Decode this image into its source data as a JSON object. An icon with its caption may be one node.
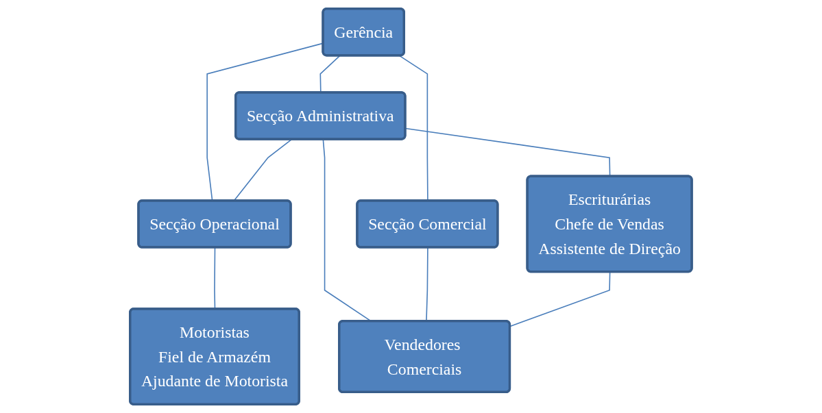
{
  "diagram": {
    "nodes": [
      {
        "text": [
          "Gerência"
        ]
      },
      {
        "text": [
          "Secção Administrativa"
        ]
      },
      {
        "text": [
          "Secção Comercial"
        ]
      },
      {
        "text": [
          "Secção Operacional"
        ]
      },
      {
        "text": [
          "Escriturárias",
          "Chefe de Vendas",
          "Assistente de Direção"
        ]
      },
      {
        "text": [
          "Vendedores Comerciais"
        ]
      },
      {
        "text": [
          "Motoristas",
          "Fiel de Armazém",
          "Ajudante de Motorista"
        ]
      }
    ],
    "edges": [
      {
        "from": 0,
        "to": 1,
        "arrow": "none"
      },
      {
        "from": 0,
        "to": 2,
        "arrow": "none"
      },
      {
        "from": 0,
        "to": 3,
        "arrow": "none"
      },
      {
        "from": 1,
        "to": 3,
        "arrow": "none"
      },
      {
        "from": 1,
        "to": 4,
        "arrow": "none"
      },
      {
        "from": 1,
        "to": 5,
        "arrow": "none"
      },
      {
        "from": 2,
        "to": 5,
        "arrow": "none"
      },
      {
        "from": 3,
        "to": 6,
        "arrow": "none"
      },
      {
        "from": 4,
        "to": 5,
        "arrow": "none"
      }
    ]
  }
}
